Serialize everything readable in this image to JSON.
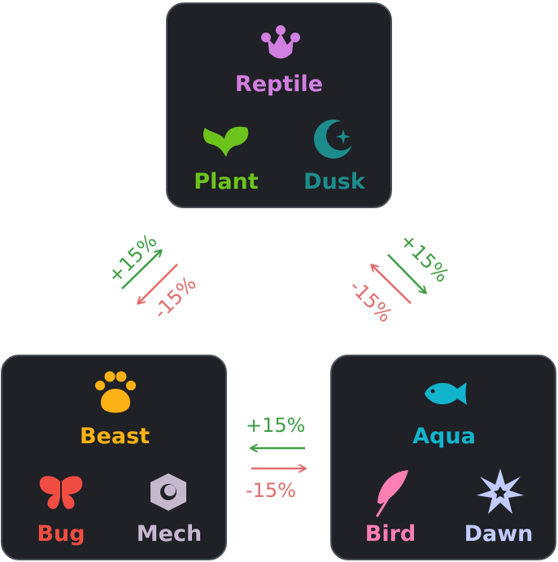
{
  "groups": {
    "top": {
      "main": {
        "label": "Reptile",
        "icon": "crown-icon"
      },
      "left": {
        "label": "Plant",
        "icon": "leaf-icon"
      },
      "right": {
        "label": "Dusk",
        "icon": "moon-star-icon"
      }
    },
    "left": {
      "main": {
        "label": "Beast",
        "icon": "paw-icon"
      },
      "left": {
        "label": "Bug",
        "icon": "butterfly-icon"
      },
      "right": {
        "label": "Mech",
        "icon": "hex-nut-icon"
      }
    },
    "right": {
      "main": {
        "label": "Aqua",
        "icon": "fish-icon"
      },
      "left": {
        "label": "Bird",
        "icon": "feather-icon"
      },
      "right": {
        "label": "Dawn",
        "icon": "sparkle-star-icon"
      }
    }
  },
  "colors": {
    "reptile": "#d17fe0",
    "plant": "#6cc31c",
    "dusk": "#1d8c8c",
    "beast": "#ffb215",
    "bug": "#f24d43",
    "mech": "#c5b8cf",
    "aqua": "#12b4cc",
    "bird": "#ff7fb5",
    "dawn": "#c2cbff",
    "plus": "#3f9d46",
    "minus": "#e06b6b",
    "box_bg": "#1f2126",
    "box_border": "#4a4f57"
  },
  "modifiers": {
    "top_left": {
      "plus": "+15%",
      "minus": "-15%"
    },
    "top_right": {
      "plus": "+15%",
      "minus": "-15%"
    },
    "bottom": {
      "plus": "+15%",
      "minus": "-15%"
    }
  }
}
